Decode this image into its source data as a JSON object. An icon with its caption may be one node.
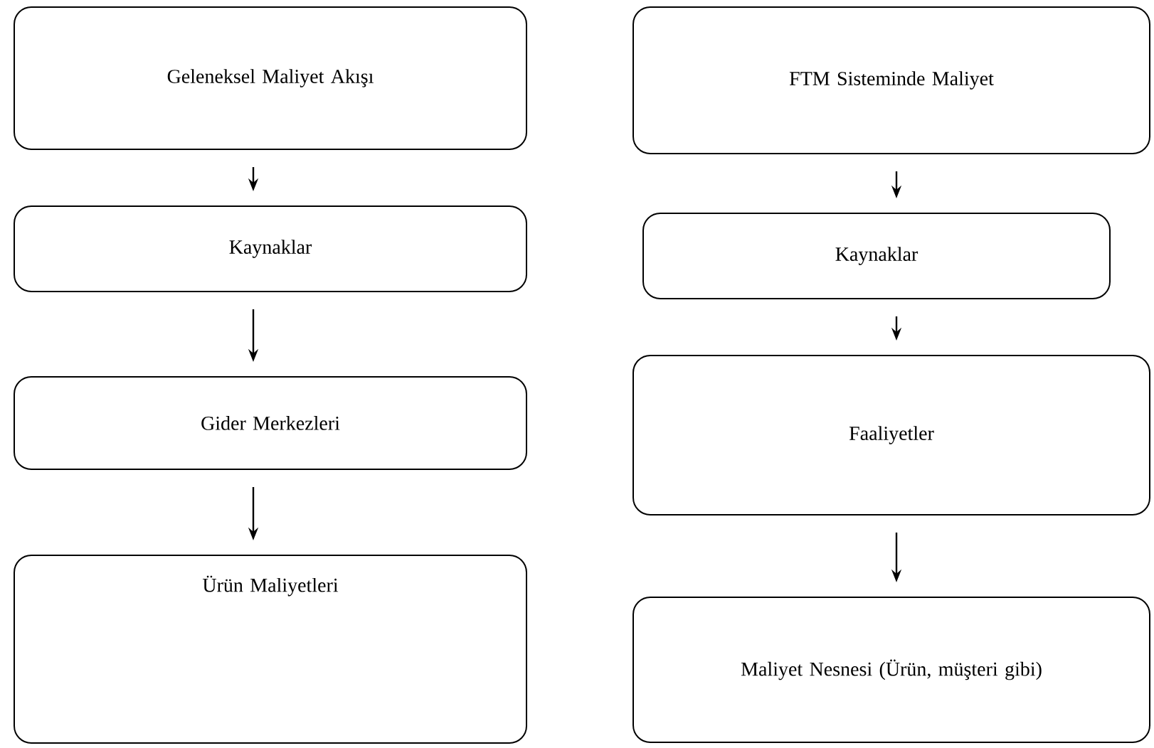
{
  "diagram": {
    "nodes": [
      {
        "text": [
          "Geleneksel Maliyet Akışı"
        ]
      },
      {
        "text": [
          "Kaynaklar"
        ]
      },
      {
        "text": [
          "Gider Merkezleri"
        ]
      },
      {
        "text": [
          "Ürün Maliyetleri"
        ]
      },
      {
        "text": [
          "FTM Sisteminde Maliyet"
        ]
      },
      {
        "text": [
          "Kaynaklar"
        ]
      },
      {
        "text": [
          "Faaliyetler"
        ]
      },
      {
        "text": [
          "Maliyet Nesnesi (Ürün, müşteri gibi)"
        ]
      }
    ],
    "edges": [
      {
        "from": 0,
        "to": 1,
        "arrow": "to"
      },
      {
        "from": 1,
        "to": 2,
        "arrow": "to"
      },
      {
        "from": 2,
        "to": 3,
        "arrow": "to"
      },
      {
        "from": 4,
        "to": 5,
        "arrow": "to"
      },
      {
        "from": 5,
        "to": 6,
        "arrow": "to"
      },
      {
        "from": 6,
        "to": 7,
        "arrow": "to"
      }
    ]
  }
}
